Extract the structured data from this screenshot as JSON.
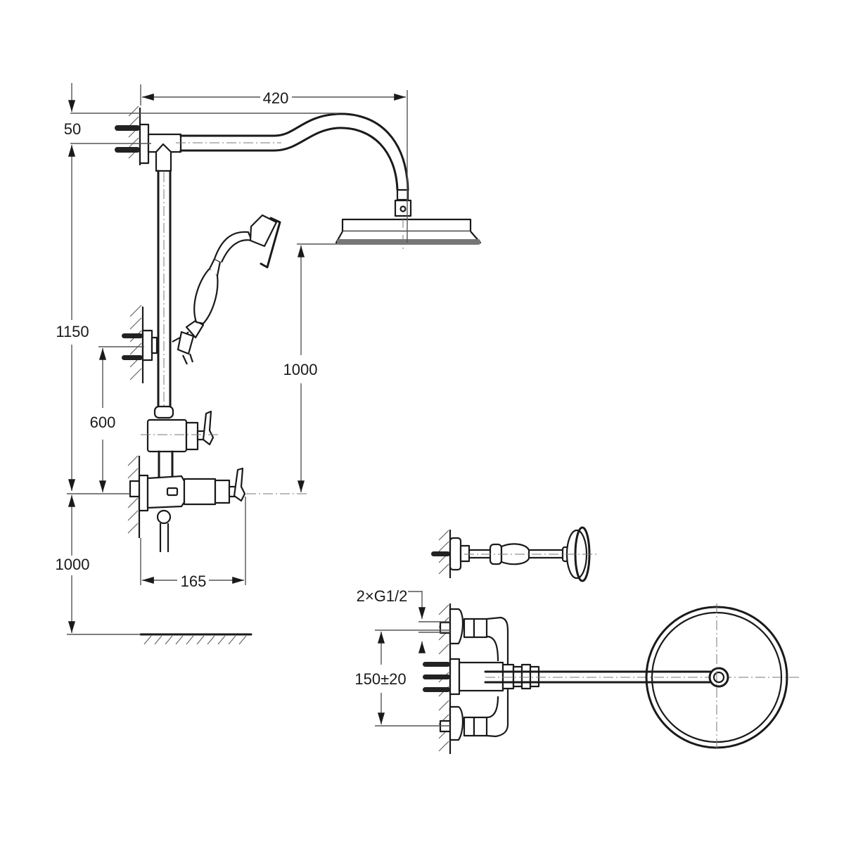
{
  "drawing": {
    "subject": "Thermostatic exposed shower set with overhead rain shower, hand shower and slide rail",
    "colors": {
      "line": "#1a1a1a",
      "dimension": "#555555",
      "background": "#ffffff"
    }
  },
  "dimensions": {
    "arm_projection": "420",
    "wall_bracket_spacing": "50",
    "overall_height": "1150",
    "head_height": "1000",
    "bracket_to_valve": "600",
    "valve_height_from_floor": "1000",
    "valve_depth": "165",
    "inlet_thread": "2×G1/2",
    "inlet_centers": "150±20"
  },
  "views": {
    "side_view": "side-elevation",
    "top_view": "plan-hand-shower",
    "bottom_view": "plan-valve-and-head"
  }
}
